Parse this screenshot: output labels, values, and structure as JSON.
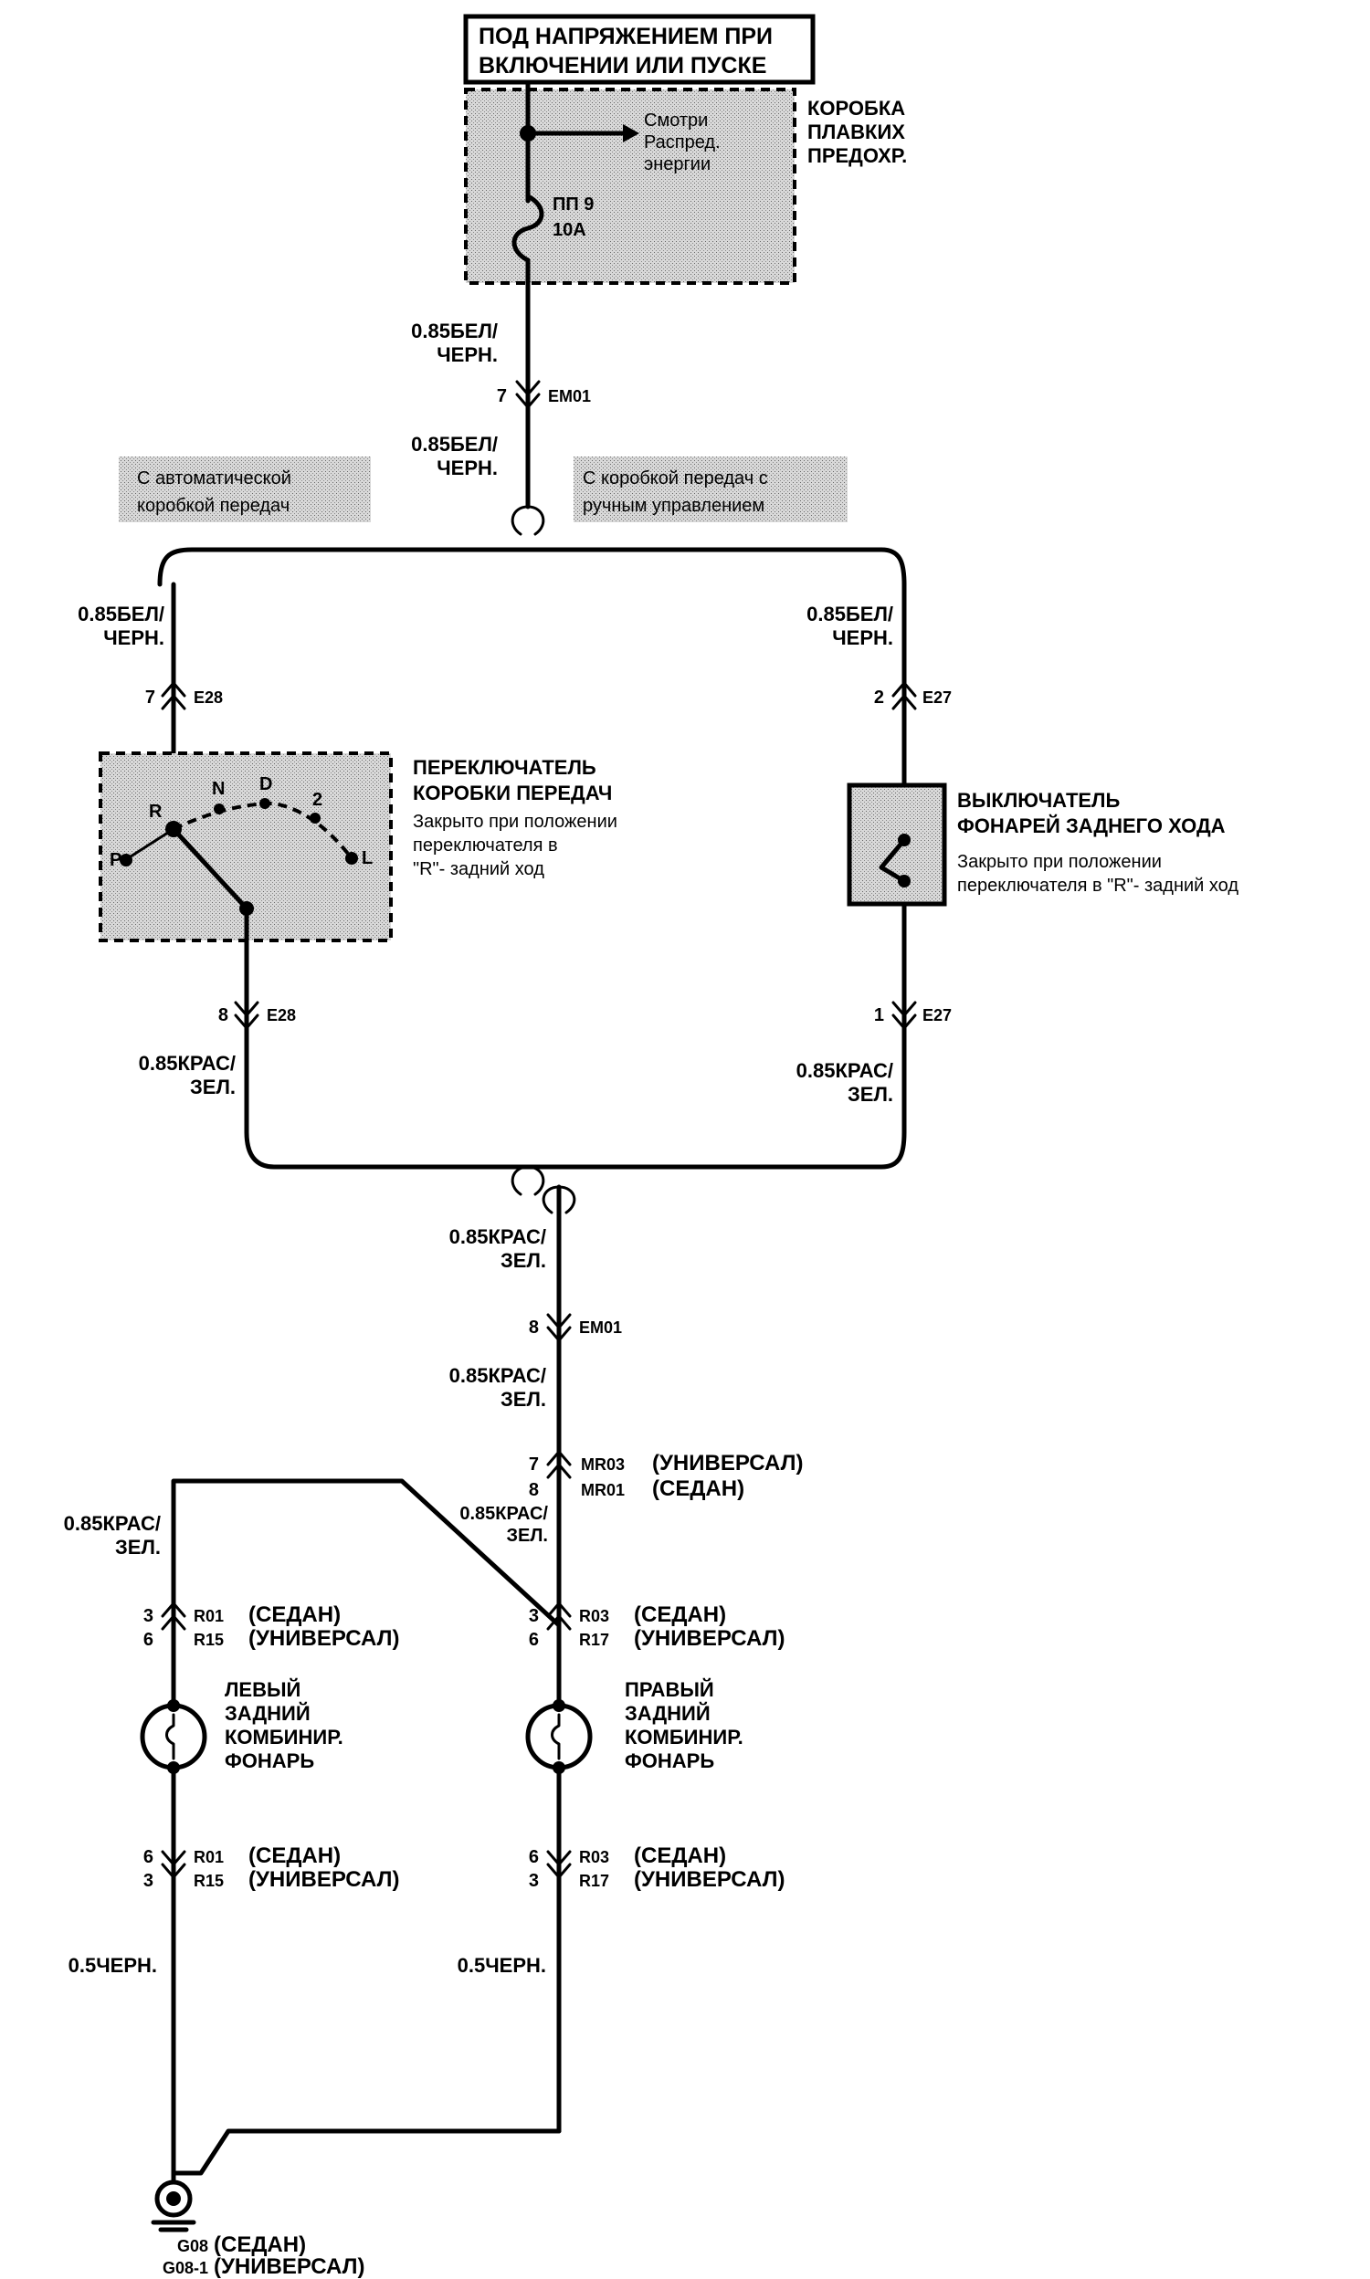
{
  "supply_box": {
    "line1": "ПОД НАПРЯЖЕНИЕМ ПРИ",
    "line2": "ВКЛЮЧЕНИИ ИЛИ ПУСКЕ"
  },
  "fuse_box": {
    "title": [
      "КОРОБКА",
      "ПЛАВКИХ",
      "ПРЕДОХР."
    ],
    "see_note": [
      "Смотри",
      "Распред.",
      "энергии"
    ],
    "fuse_id": "ПП 9",
    "fuse_rating": "10А"
  },
  "wire_labels": {
    "w1": [
      "0.85БЕЛ/",
      "ЧЕРН."
    ],
    "w2": [
      "0.85БЕЛ/",
      "ЧЕРН."
    ],
    "w_left_top": [
      "0.85БЕЛ/",
      "ЧЕРН."
    ],
    "w_right_top": [
      "0.85БЕЛ/",
      "ЧЕРН."
    ],
    "w_left_bottom": [
      "0.85КРАС/",
      "ЗЕЛ."
    ],
    "w_right_bottom": [
      "0.85КРАС/",
      "ЗЕЛ."
    ],
    "w_center1": [
      "0.85КРАС/",
      "ЗЕЛ."
    ],
    "w_center2": [
      "0.85КРАС/",
      "ЗЕЛ."
    ],
    "w_lamp_left": [
      "0.85КРАС/",
      "ЗЕЛ."
    ],
    "w_diag": [
      "0.85КРАС/",
      "ЗЕЛ."
    ],
    "w_ground_left": "0.5ЧЕРН.",
    "w_ground_right": "0.5ЧЕРН."
  },
  "variants": {
    "auto": [
      "С автоматической",
      "коробкой передач"
    ],
    "manual": [
      "С коробкой передач с",
      "ручным управлением"
    ]
  },
  "connectors": {
    "em01_top": {
      "pin": "7",
      "id": "EM01"
    },
    "e28_top": {
      "pin": "7",
      "id": "E28"
    },
    "e28_bottom": {
      "pin": "8",
      "id": "E28"
    },
    "e27_top": {
      "pin": "2",
      "id": "E27"
    },
    "e27_bottom": {
      "pin": "1",
      "id": "E27"
    },
    "em01_mid": {
      "pin": "8",
      "id": "EM01"
    },
    "mr_a": {
      "pin": "7",
      "id": "MR03",
      "note": "(УНИВЕРСАЛ)"
    },
    "mr_b": {
      "pin": "8",
      "id": "MR01",
      "note": "(СЕДАН)"
    },
    "left_lamp_top_a": {
      "pin": "3",
      "id": "R01",
      "note": "(СЕДАН)"
    },
    "left_lamp_top_b": {
      "pin": "6",
      "id": "R15",
      "note": "(УНИВЕРСАЛ)"
    },
    "right_lamp_top_a": {
      "pin": "3",
      "id": "R03",
      "note": "(СЕДАН)"
    },
    "right_lamp_top_b": {
      "pin": "6",
      "id": "R17",
      "note": "(УНИВЕРСАЛ)"
    },
    "left_lamp_bot_a": {
      "pin": "6",
      "id": "R01",
      "note": "(СЕДАН)"
    },
    "left_lamp_bot_b": {
      "pin": "3",
      "id": "R15",
      "note": "(УНИВЕРСАЛ)"
    },
    "right_lamp_bot_a": {
      "pin": "6",
      "id": "R03",
      "note": "(СЕДАН)"
    },
    "right_lamp_bot_b": {
      "pin": "3",
      "id": "R17",
      "note": "(УНИВЕРСАЛ)"
    }
  },
  "gear_switch": {
    "title": [
      "ПЕРЕКЛЮЧАТЕЛЬ",
      "КОРОБКИ ПЕРЕДАЧ"
    ],
    "note": [
      "Закрыто при положении",
      "переключателя в",
      "\"R\"- задний ход"
    ],
    "positions": [
      "P",
      "R",
      "N",
      "D",
      "2",
      "L"
    ]
  },
  "reverse_switch": {
    "title": [
      "ВЫКЛЮЧАТЕЛЬ",
      "ФОНАРЕЙ ЗАДНЕГО ХОДА"
    ],
    "note": [
      "Закрыто при положении",
      "переключателя в \"R\"- задний ход"
    ]
  },
  "lamps": {
    "left": [
      "ЛЕВЫЙ",
      "ЗАДНИЙ",
      "КОМБИНИР.",
      "ФОНАРЬ"
    ],
    "right": [
      "ПРАВЫЙ",
      "ЗАДНИЙ",
      "КОМБИНИР.",
      "ФОНАРЬ"
    ]
  },
  "ground": {
    "line1_id": "G08",
    "line1_note": "(СЕДАН)",
    "line2_id": "G08-1",
    "line2_note": "(УНИВЕРСАЛ)"
  }
}
